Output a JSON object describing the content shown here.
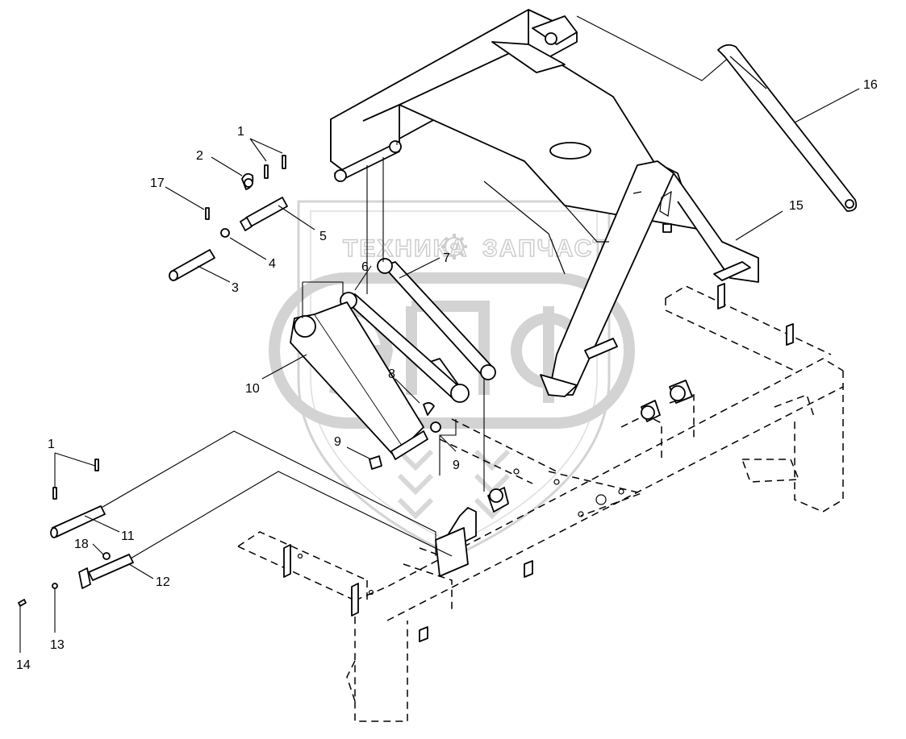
{
  "watermark": {
    "text_left": "ТЕХНИКА",
    "text_right": "ЗАПЧАСТИ",
    "emblem": "ЭПФ",
    "icon": "gear-icon",
    "color": "#c8c8c8"
  },
  "callouts": {
    "c1a": "1",
    "c1b": "1",
    "c2": "2",
    "c3": "3",
    "c4": "4",
    "c5": "5",
    "c6": "6",
    "c7": "7",
    "c8": "8",
    "c9a": "9",
    "c9b": "9",
    "c10": "10",
    "c11": "11",
    "c12": "12",
    "c13": "13",
    "c14": "14",
    "c15": "15",
    "c16": "16",
    "c17": "17",
    "c18": "18"
  }
}
